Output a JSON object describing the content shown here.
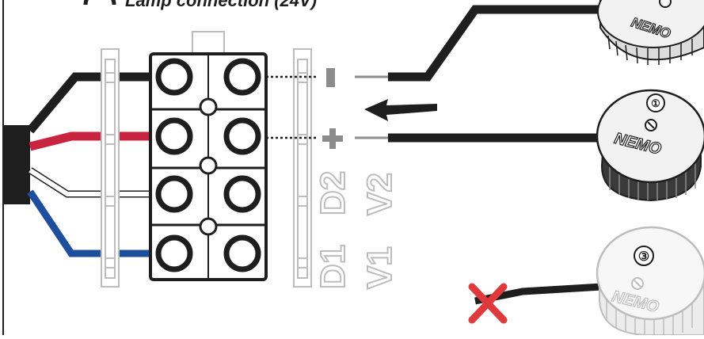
{
  "header": {
    "title": "Lamp connection (24V)"
  },
  "terminal_labels": {
    "minus": "−",
    "plus": "+",
    "d1": "D1",
    "d2": "D2",
    "v1": "V1",
    "v2": "V2"
  },
  "fixtures": [
    {
      "brand": "NEMO",
      "number": ""
    },
    {
      "brand": "NEMO",
      "number": "①"
    },
    {
      "brand": "NEMO",
      "number": "③"
    }
  ],
  "wire_colors": {
    "black": "#1e1e1e",
    "red": "#c8243f",
    "white": "#ffffff",
    "blue": "#1f4f9c",
    "cross": "#e0393b"
  },
  "icons": [
    "arrow-left-icon",
    "cross-icon"
  ]
}
